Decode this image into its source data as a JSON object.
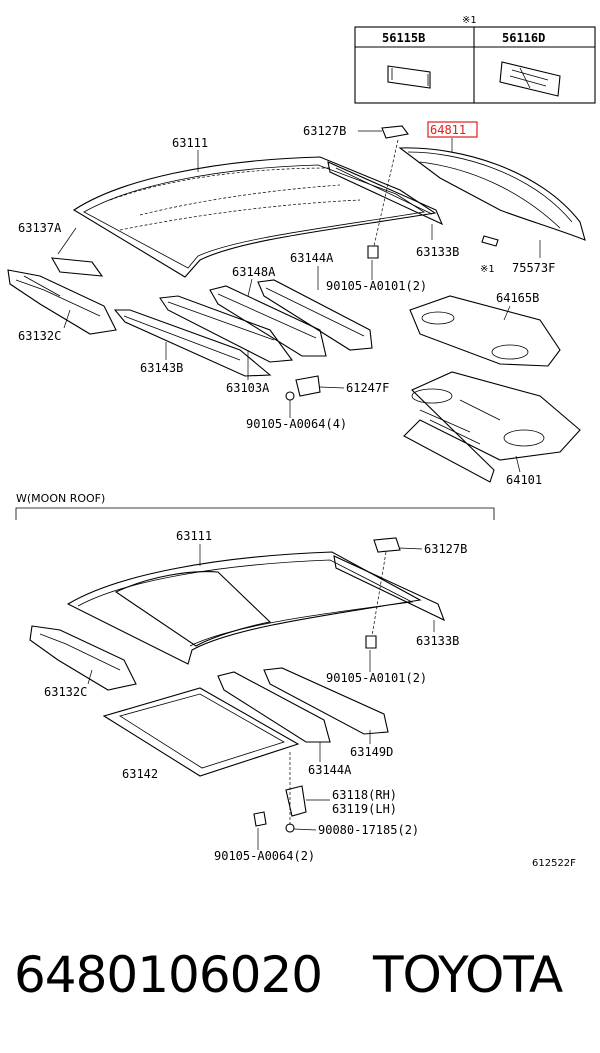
{
  "note_mark": "※1",
  "note_table": {
    "headers": [
      "56115B",
      "56116D"
    ]
  },
  "top_labels": {
    "roof_panel": "63111",
    "bracket_63127B": "63127B",
    "highlighted_part": "64811",
    "reinf_63137A": "63137A",
    "reinf_63133B": "63133B",
    "note_mark_2": "※1",
    "weatherstrip": "75573F",
    "bow_63148A": "63148A",
    "bow_63144A": "63144A",
    "bolt_90105_A0101": "90105-A0101(2)",
    "panel_64165B": "64165B",
    "header_63132C": "63132C",
    "bow_63143B": "63143B",
    "bow_63103A": "63103A",
    "bracket_61247F": "61247F",
    "bolt_90105_A0064": "90105-A0064(4)",
    "panel_64101": "64101"
  },
  "moonroof_section": {
    "title": "W(MOON ROOF)",
    "labels": {
      "roof_panel": "63111",
      "bracket_63127B": "63127B",
      "reinf_63133B": "63133B",
      "bolt_90105_A0101": "90105-A0101(2)",
      "header_63132C": "63132C",
      "bow_63149D": "63149D",
      "housing_63142": "63142",
      "bow_63144A": "63144A",
      "bracket_rh": "63118(RH)",
      "bracket_lh": "63119(LH)",
      "bolt_90080_17185": "90080-17185(2)",
      "bolt_90105_A0064": "90105-A0064(2)"
    }
  },
  "figure_code": "612522F",
  "footer": {
    "part_number": "6480106020",
    "brand": "TOYOTA"
  },
  "colors": {
    "highlight": "#e21b1b",
    "ink": "#000000"
  }
}
